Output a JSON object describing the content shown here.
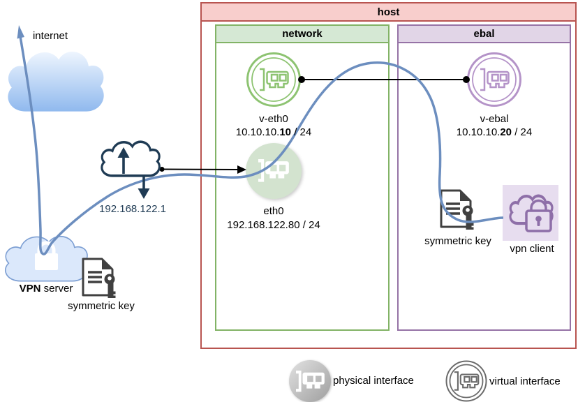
{
  "boxes": {
    "host": {
      "label": "host"
    },
    "network": {
      "label": "network"
    },
    "ebal": {
      "label": "ebal"
    }
  },
  "nodes": {
    "internet": {
      "label": "internet"
    },
    "nat": {
      "ip": "192.168.122.1"
    },
    "vpn_server": {
      "label_bold": "VPN",
      "label_rest": " server"
    },
    "symmetric_key_server": {
      "label": "symmetric key"
    },
    "v_eth0": {
      "name": "v-eth0",
      "ip_prefix": "10.10.10.",
      "ip_bold": "10",
      "ip_suffix": " / 24"
    },
    "v_ebal": {
      "name": "v-ebal",
      "ip_prefix": "10.10.10.",
      "ip_bold": "20",
      "ip_suffix": " / 24"
    },
    "eth0": {
      "name": "eth0",
      "ip": "192.168.122.80 / 24"
    },
    "symmetric_key_client": {
      "label": "symmetric key"
    },
    "vpn_client": {
      "label": "vpn client"
    }
  },
  "legend": {
    "physical": {
      "label": "physical interface"
    },
    "virtual": {
      "label": "virtual interface"
    }
  },
  "icons": {
    "internet_cloud": "cloud-icon",
    "vpn_server_cloud": "cloud-lock-icon",
    "nat_cloud": "cloud-updown-arrows-icon",
    "symmetric_key": "document-key-icon",
    "vpn_client": "cloud-padlock-icon",
    "physical_interface": "network-card-solid-circle-icon",
    "virtual_interface": "network-card-outline-double-circle-icon",
    "internet_arrow": "up-arrow-icon",
    "tunnel_line": "curved-connection-line"
  },
  "colors": {
    "host_border": "#b85450",
    "host_fill": "#f8cecc",
    "network_border": "#82b366",
    "network_fill": "#d5e8d4",
    "ebal_border": "#9673a6",
    "ebal_fill": "#e1d5e7",
    "green_icon": "#8dc371",
    "purple_icon": "#b493c8",
    "eth0_fill": "#d3e3cf",
    "flow_line": "#6c8ebf",
    "nat_icon": "#1f3b54",
    "key_icon": "#404040",
    "vpn_client_bg": "#e7ddef",
    "vpn_client_icon": "#8e6fa8",
    "link_line": "#000000",
    "legend_gray": "#6b6b6b"
  }
}
